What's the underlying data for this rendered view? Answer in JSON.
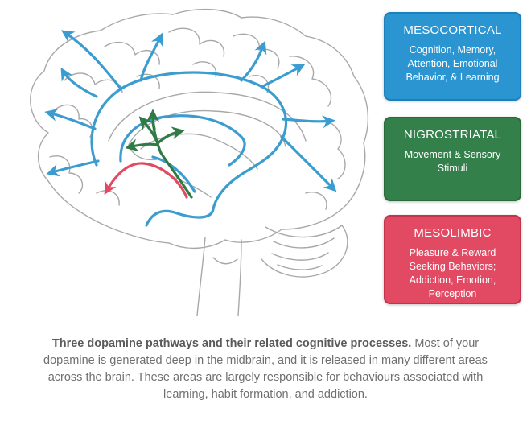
{
  "pathways": [
    {
      "id": "mesocortical",
      "title": "MESOCORTICAL",
      "description": "Cognition, Memory, Attention, Emotional Behavior, & Learning",
      "color": "#2b95d1"
    },
    {
      "id": "nigrostriatal",
      "title": "NIGROSTRIATAL",
      "description": "Movement & Sensory Stimuli",
      "color": "#33804a"
    },
    {
      "id": "mesolimbic",
      "title": "MESOLIMBIC",
      "description": "Pleasure & Reward Seeking Behaviors; Addiction, Emotion, Perception",
      "color": "#e24a63"
    }
  ],
  "colors": {
    "brain_outline": "#a8a8a8",
    "pathway_blue": "#3b9ccf",
    "pathway_green": "#2f7a45",
    "pathway_red": "#e24a63",
    "caption_text": "#6f6f6f"
  },
  "caption": {
    "bold": "Three dopamine pathways and their related cognitive processes.",
    "body": " Most of your dopamine is generated deep in the midbrain, and it is released in many different areas across the brain. These areas are largely responsible for behaviours associated with learning, habit formation, and addiction."
  }
}
